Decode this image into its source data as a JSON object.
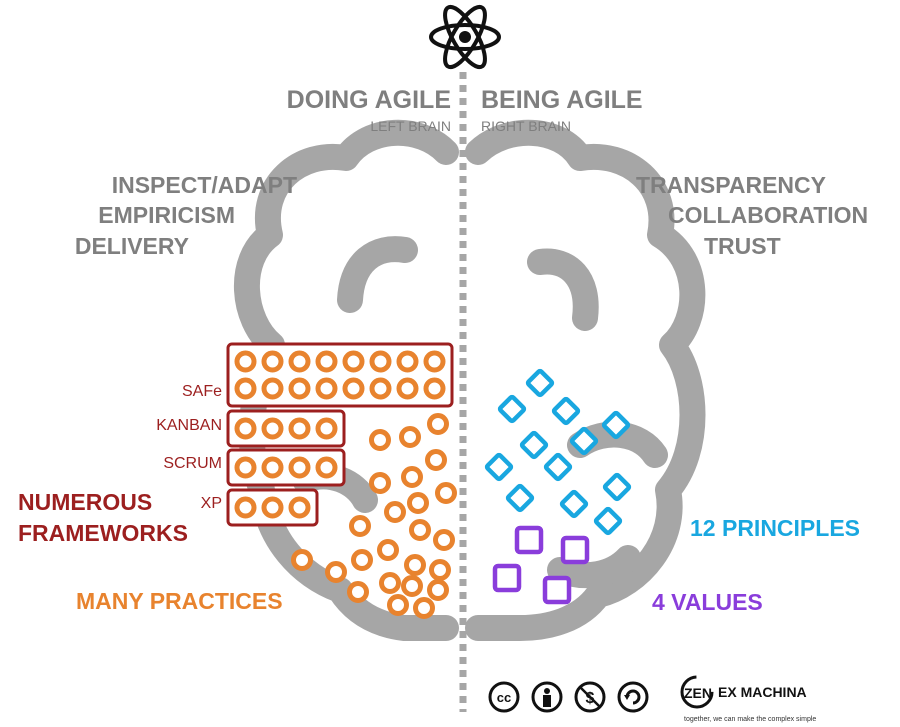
{
  "header": {
    "left_title": "DOING AGILE",
    "left_sub": "LEFT BRAIN",
    "right_title": "BEING AGILE",
    "right_sub": "RIGHT BRAIN"
  },
  "left_traits": [
    "INSPECT/ADAPT",
    "EMPIRICISM",
    "DELIVERY"
  ],
  "right_traits": [
    "TRANSPARENCY",
    "COLLABORATION",
    "TRUST"
  ],
  "frameworks": [
    {
      "label": "SAFe",
      "rings": 16
    },
    {
      "label": "KANBAN",
      "rings": 4
    },
    {
      "label": "SCRUM",
      "rings": 4
    },
    {
      "label": "XP",
      "rings": 3
    }
  ],
  "captions": {
    "frameworks_line1": "NUMEROUS",
    "frameworks_line2": "FRAMEWORKS",
    "practices": "MANY PRACTICES",
    "principles": "12 PRINCIPLES",
    "values": "4 VALUES"
  },
  "counts": {
    "principles": 12,
    "values": 4
  },
  "colors": {
    "brain": "#a6a6a6",
    "heading": "#7f7f7f",
    "framework": "#9c1f1f",
    "practice": "#e8832e",
    "principle": "#19a7e0",
    "value": "#8a3ddb"
  },
  "footer": {
    "license_icons": [
      "cc-icon",
      "attribution-icon",
      "noncommercial-icon",
      "sharealike-icon"
    ],
    "cc_text": "cc",
    "brand_zen": "ZEN",
    "brand_rest": "EX MACHINA",
    "tagline": "together, we can make the complex simple"
  }
}
